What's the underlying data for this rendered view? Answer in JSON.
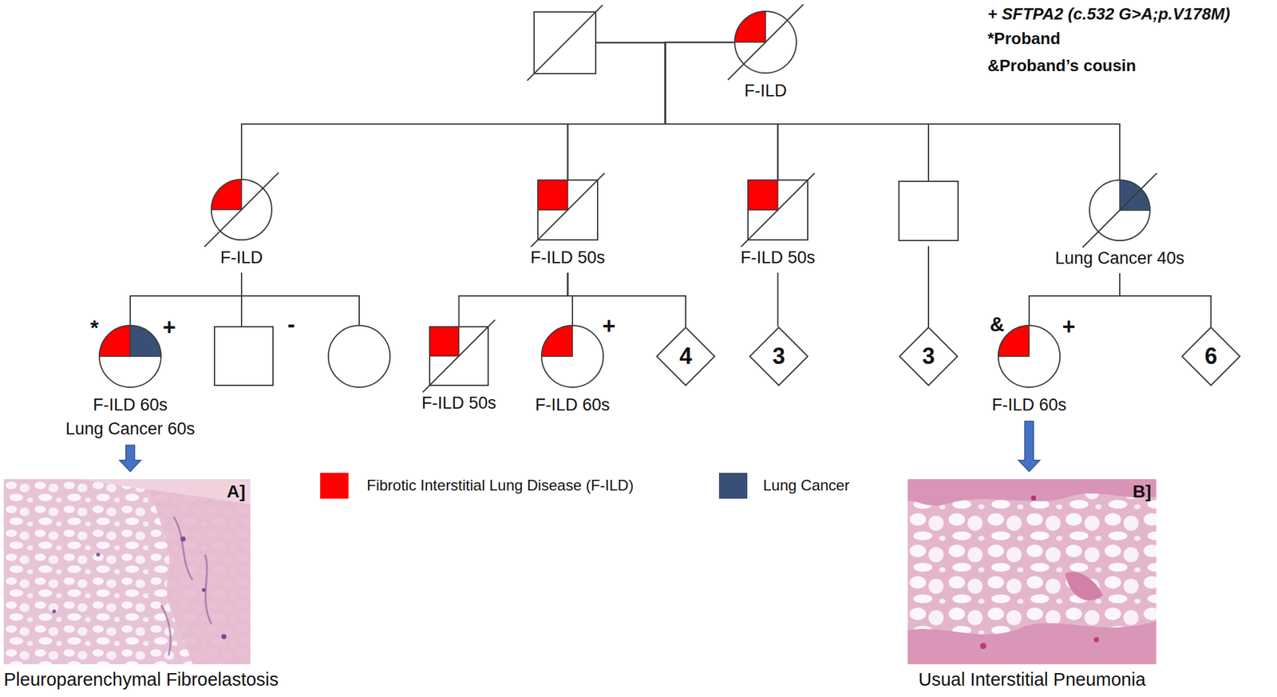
{
  "diagram": {
    "nodes": [
      {
        "text": []
      },
      {
        "text": [
          "F-ILD"
        ]
      },
      {
        "text": [
          "F-ILD"
        ]
      },
      {
        "text": [
          "F-ILD 50s"
        ]
      },
      {
        "text": [
          "F-ILD 50s"
        ]
      },
      {
        "text": []
      },
      {
        "text": [
          "Lung Cancer 40s"
        ]
      },
      {
        "text": [
          "F-ILD 60s",
          "Lung Cancer 60s"
        ]
      },
      {
        "text": []
      },
      {
        "text": []
      },
      {
        "text": [
          "F-ILD 50s"
        ]
      },
      {
        "text": [
          "F-ILD 60s"
        ]
      },
      {
        "text": [
          "4"
        ]
      },
      {
        "text": [
          "3"
        ]
      },
      {
        "text": [
          "3"
        ]
      },
      {
        "text": [
          "F-ILD 60s"
        ]
      },
      {
        "text": [
          "6"
        ]
      },
      {
        "text": [
          "A]",
          "Pleuroparenchymal Fibroelastosis"
        ]
      },
      {
        "text": [
          "B]",
          "Usual Interstitial Pneumonia"
        ]
      }
    ],
    "edges": [
      {
        "from": 0,
        "to": 1,
        "arrow": "none"
      },
      {
        "from": 0,
        "to": 2,
        "arrow": "none"
      },
      {
        "from": 0,
        "to": 3,
        "arrow": "none"
      },
      {
        "from": 0,
        "to": 4,
        "arrow": "none"
      },
      {
        "from": 0,
        "to": 5,
        "arrow": "none"
      },
      {
        "from": 0,
        "to": 6,
        "arrow": "none"
      },
      {
        "from": 1,
        "to": 2,
        "arrow": "none"
      },
      {
        "from": 1,
        "to": 3,
        "arrow": "none"
      },
      {
        "from": 1,
        "to": 4,
        "arrow": "none"
      },
      {
        "from": 1,
        "to": 5,
        "arrow": "none"
      },
      {
        "from": 1,
        "to": 6,
        "arrow": "none"
      },
      {
        "from": 2,
        "to": 7,
        "arrow": "none"
      },
      {
        "from": 2,
        "to": 8,
        "arrow": "none"
      },
      {
        "from": 2,
        "to": 9,
        "arrow": "none"
      },
      {
        "from": 3,
        "to": 10,
        "arrow": "none"
      },
      {
        "from": 3,
        "to": 11,
        "arrow": "none"
      },
      {
        "from": 3,
        "to": 12,
        "arrow": "none"
      },
      {
        "from": 4,
        "to": 13,
        "arrow": "none"
      },
      {
        "from": 5,
        "to": 14,
        "arrow": "none"
      },
      {
        "from": 6,
        "to": 15,
        "arrow": "none"
      },
      {
        "from": 6,
        "to": 16,
        "arrow": "none"
      },
      {
        "from": 7,
        "to": 17,
        "arrow": "to"
      },
      {
        "from": 15,
        "to": 18,
        "arrow": "to"
      }
    ],
    "labels": [
      "+ SFTPA2 (c.532 G>A;p.V178M)",
      "*Proband",
      "&Proband’s cousin",
      "*",
      "+",
      "-",
      "+",
      "&",
      "+"
    ],
    "legend": [
      {
        "text": "Fibrotic Interstitial Lung Disease (F-ILD)",
        "color": "#ff0000"
      },
      {
        "text": "Lung Cancer",
        "color": "#3a4f75"
      }
    ]
  }
}
